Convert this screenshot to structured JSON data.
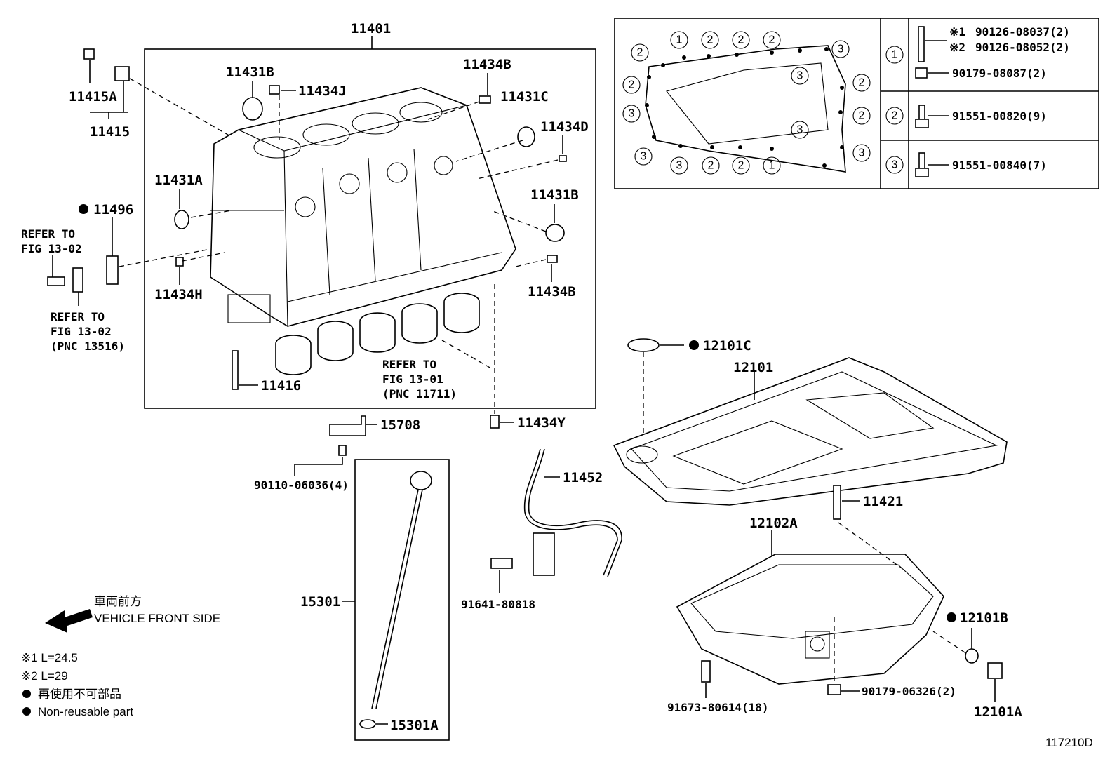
{
  "labels": {
    "l11401": "11401",
    "l11415A": "11415A",
    "l11415": "11415",
    "l11431B_top": "11431B",
    "l11434J": "11434J",
    "l11434B_top": "11434B",
    "l11431C": "11431C",
    "l11434D": "11434D",
    "l11431A": "11431A",
    "l11431B_mid": "11431B",
    "l11496": "11496",
    "l11434H": "11434H",
    "l11434B_mid": "11434B",
    "l11416": "11416",
    "l11434Y": "11434Y",
    "l15708": "15708",
    "l90110": "90110-06036(4)",
    "l11452": "11452",
    "l91641": "91641-80818",
    "l15301": "15301",
    "l15301A": "15301A",
    "l12101C": "12101C",
    "l12101": "12101",
    "l11421": "11421",
    "l12102A": "12102A",
    "l12101B": "12101B",
    "l91673": "91673-80614(18)",
    "l90179_06326": "90179-06326(2)",
    "l12101A": "12101A"
  },
  "refer_blocks": {
    "refer1": [
      "REFER TO",
      "FIG 13-02"
    ],
    "refer2": [
      "REFER TO",
      "FIG 13-02",
      "(PNC 13516)"
    ],
    "refer3": [
      "REFER TO",
      "FIG 13-01",
      "(PNC 11711)"
    ]
  },
  "bolt_table": {
    "row1_marks": [
      "※1",
      "※2"
    ],
    "row1_parts": [
      "90126-08037(2)",
      "90126-08052(2)",
      "90179-08087(2)"
    ],
    "row2_part": "91551-00820(9)",
    "row3_part": "91551-00840(7)"
  },
  "circled_numbers": {
    "one": "1",
    "two": "2",
    "three": "3"
  },
  "legend": {
    "front_jp": "車両前方",
    "front_en": "VEHICLE FRONT SIDE",
    "note1": "※1 L=24.5",
    "note2": "※2 L=29",
    "nonreuse_jp": "再使用不可部品",
    "nonreuse_en": "Non-reusable part"
  },
  "figure_id": "117210D"
}
